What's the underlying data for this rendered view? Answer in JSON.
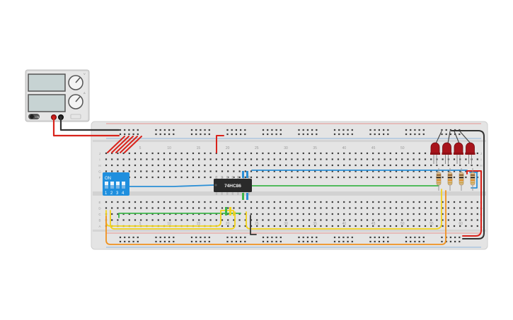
{
  "power_supply": {
    "knob_labels": [
      "V",
      "A"
    ],
    "button_label": "ON"
  },
  "breadboard": {
    "column_numbers_top": [
      "5",
      "10",
      "15",
      "20",
      "25",
      "30",
      "35",
      "40",
      "45",
      "50"
    ],
    "column_numbers_bottom": [
      "1",
      "5",
      "10",
      "15",
      "20",
      "25",
      "30",
      "35",
      "40",
      "45",
      "50",
      "55",
      "60"
    ],
    "row_letters_top": [
      "J",
      "I",
      "H",
      "G",
      "F"
    ],
    "row_letters_bottom": [
      "E",
      "D",
      "C",
      "B",
      "A"
    ]
  },
  "dip_switch": {
    "on_label": "ON",
    "switch_numbers": [
      "1",
      "2",
      "3",
      "4"
    ]
  },
  "ic_chip": {
    "label": "74HC86"
  },
  "colors": {
    "breadboard": "#e3e3e3",
    "rail_red": "#e8332a",
    "rail_blue": "#2c7fd1",
    "wire_black": "#333333",
    "wire_red": "#d9231b",
    "wire_blue": "#2b8fd6",
    "wire_green": "#3db54a",
    "wire_yellow": "#f2d31b",
    "wire_orange": "#f0921f",
    "led_red": "#a8141b",
    "dip_blue": "#1f8fde",
    "chip_body": "#2a2a2a"
  },
  "leds": {
    "count": 4
  },
  "resistors": {
    "count": 4
  }
}
